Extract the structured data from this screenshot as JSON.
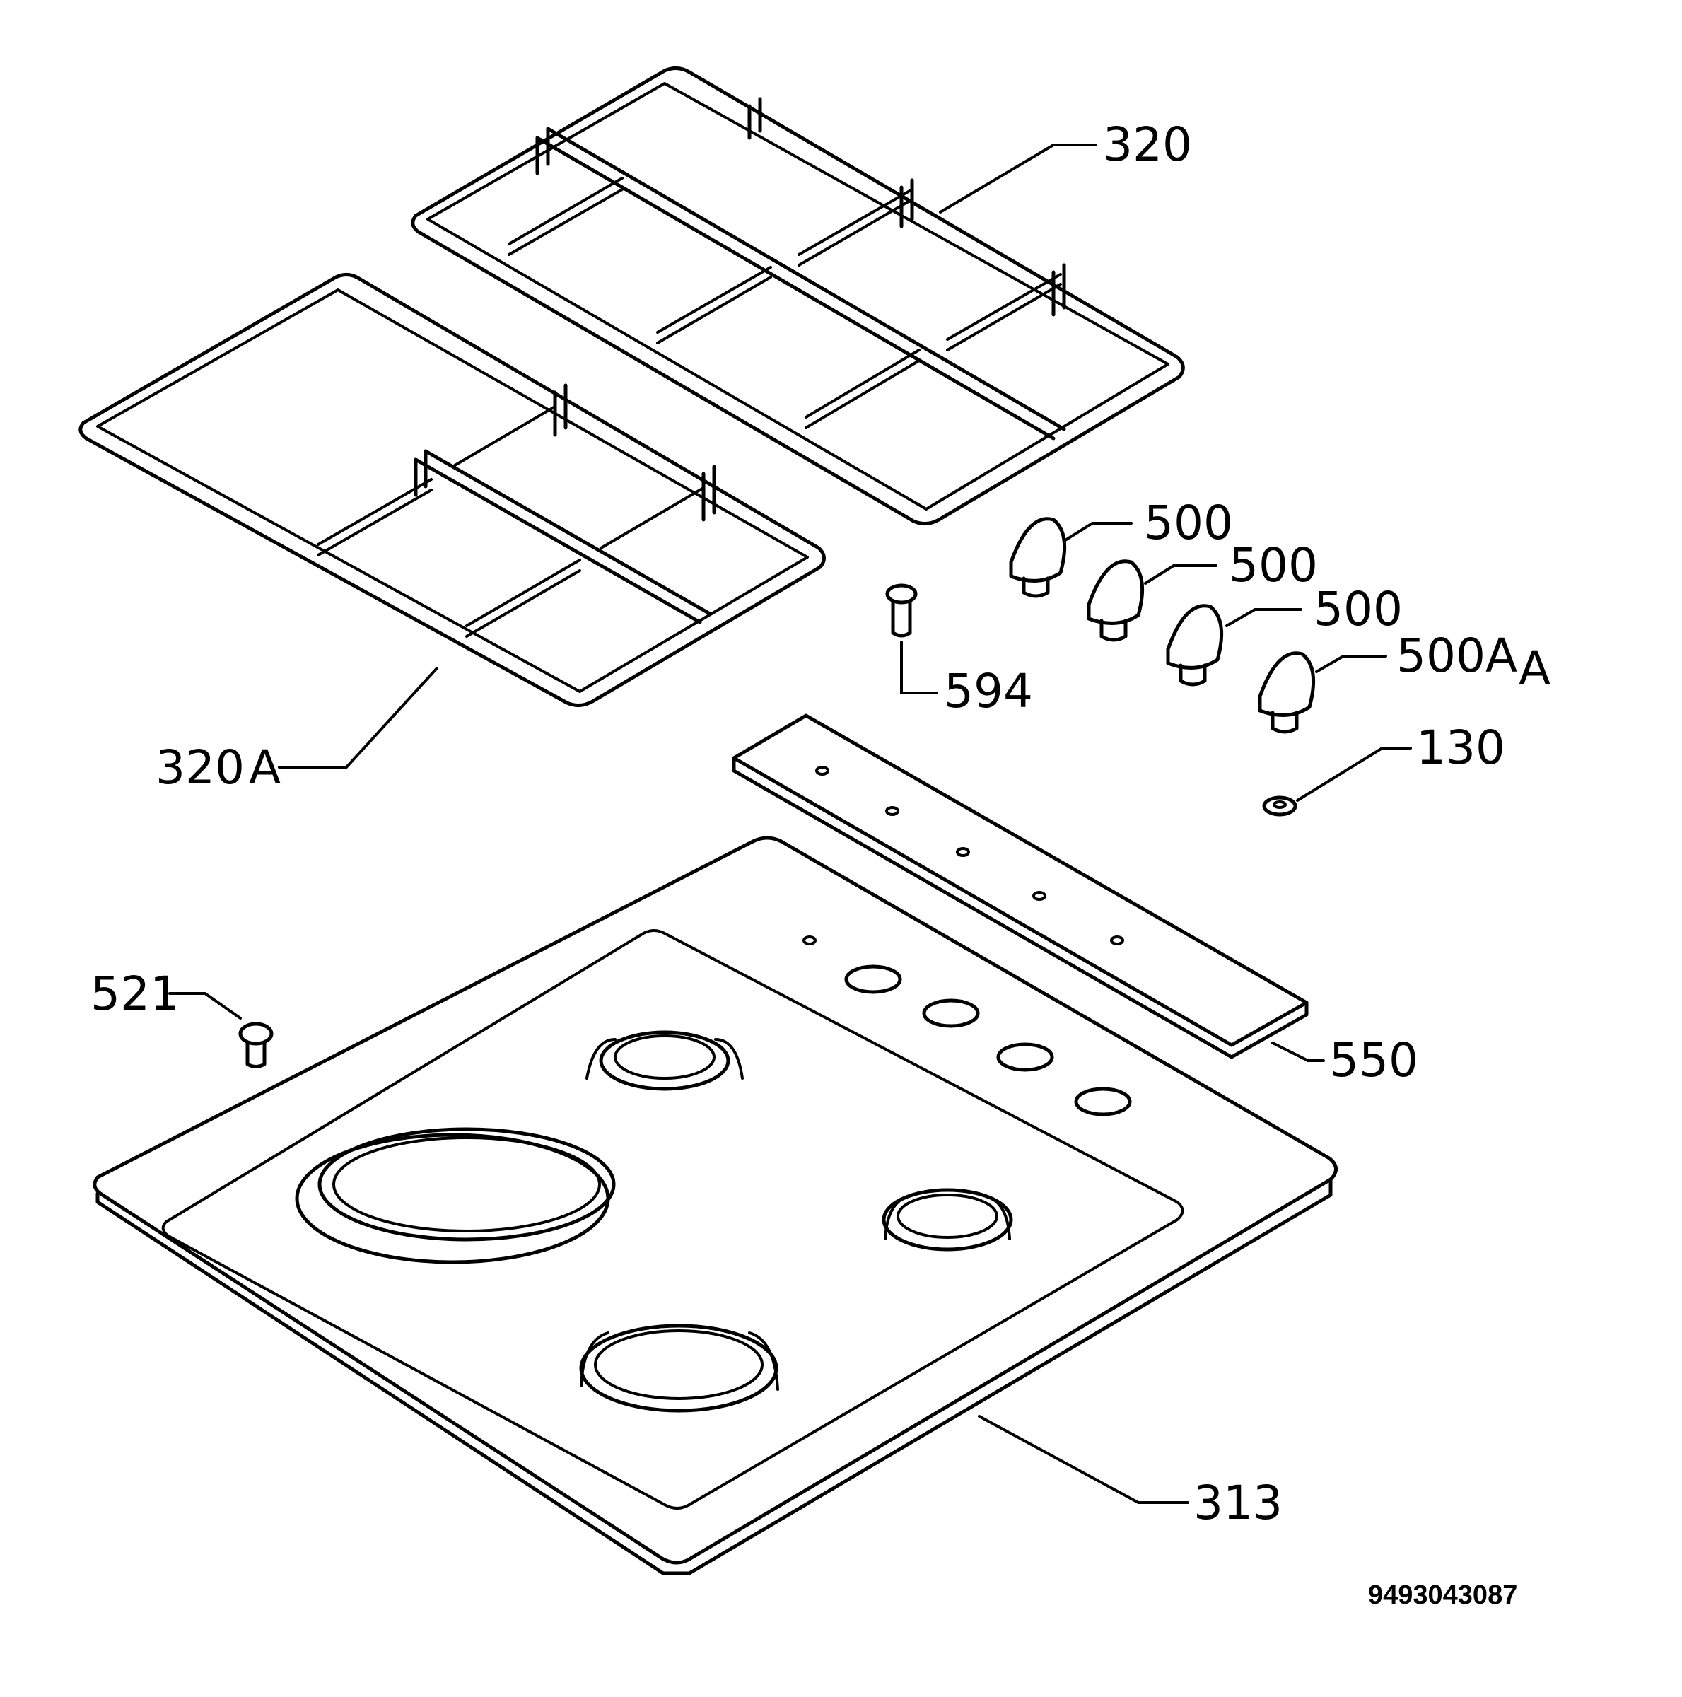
{
  "callouts": {
    "c320": "320",
    "c320a_num": "320",
    "c320a_suffix": "A",
    "c500_1": "500",
    "c500_2": "500",
    "c500_3": "500",
    "c500a": "500A",
    "c500a_extra": "A",
    "c594": "594",
    "c130": "130",
    "c521": "521",
    "c550": "550",
    "c313": "313"
  },
  "document_number": "9493043087"
}
